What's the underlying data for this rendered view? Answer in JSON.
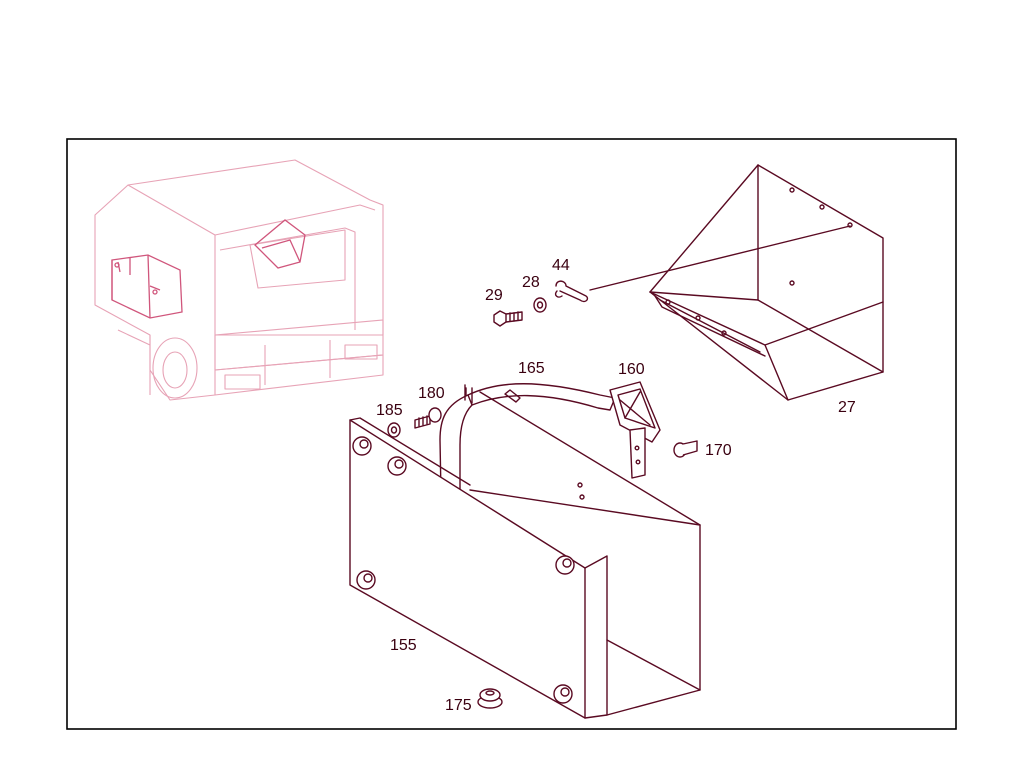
{
  "diagram": {
    "parts": [
      {
        "id": "27",
        "label": "27"
      },
      {
        "id": "29",
        "label": "29"
      },
      {
        "id": "28",
        "label": "28"
      },
      {
        "id": "44",
        "label": "44"
      },
      {
        "id": "165",
        "label": "165"
      },
      {
        "id": "160",
        "label": "160"
      },
      {
        "id": "180",
        "label": "180"
      },
      {
        "id": "185",
        "label": "185"
      },
      {
        "id": "170",
        "label": "170"
      },
      {
        "id": "155",
        "label": "155"
      },
      {
        "id": "175",
        "label": "175"
      }
    ]
  },
  "colors": {
    "ink": "#5a0a22",
    "ghost": "#e7a3b6",
    "frame": "#000000",
    "background": "#ffffff"
  }
}
